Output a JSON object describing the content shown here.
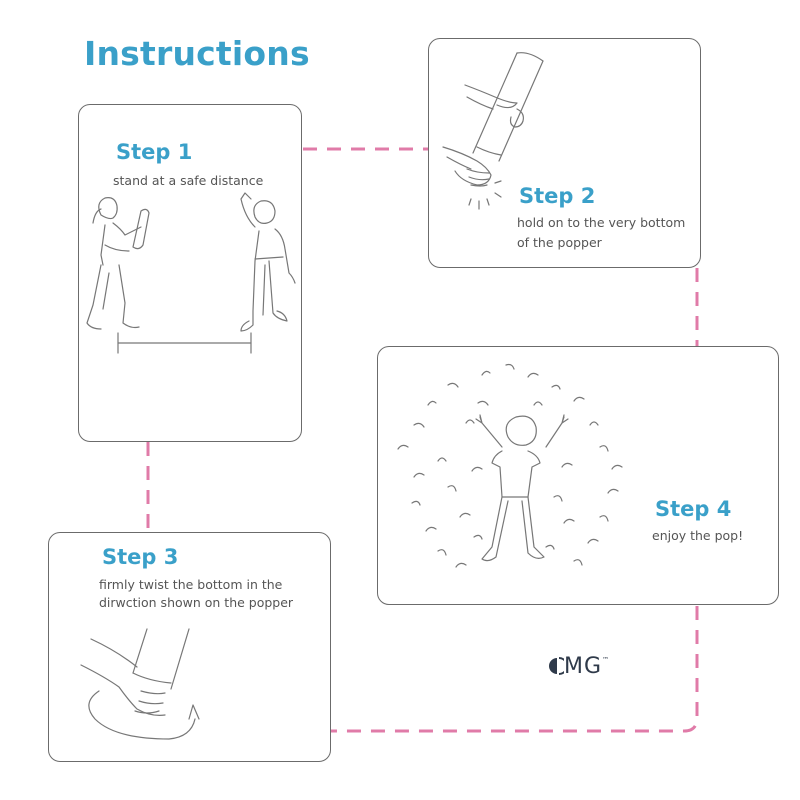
{
  "page": {
    "title": "Instructions"
  },
  "steps": [
    {
      "label": "Step 1",
      "text": "stand at a safe distance"
    },
    {
      "label": "Step 2",
      "text_line1": "hold on to the very bottom",
      "text_line2": "of the popper"
    },
    {
      "label": "Step 3",
      "text_line1": "firmly twist the bottom in the",
      "text_line2": "dirwction shown on the popper"
    },
    {
      "label": "Step 4",
      "text": "enjoy the pop!"
    }
  ],
  "brand": {
    "logo": "MG",
    "trademark": "™"
  },
  "colors": {
    "accent": "#3aa0c9",
    "connector": "#e07ba8",
    "card_border": "#6b6b6b",
    "body_text": "#555555",
    "logo": "#2f3a4a"
  },
  "icons": {
    "step1": "two-people-distance-illustration",
    "step2": "hands-holding-popper-illustration",
    "step3": "hand-twisting-popper-illustration",
    "step4": "person-confetti-illustration",
    "logo_mark": "half-circle-logo-icon"
  }
}
